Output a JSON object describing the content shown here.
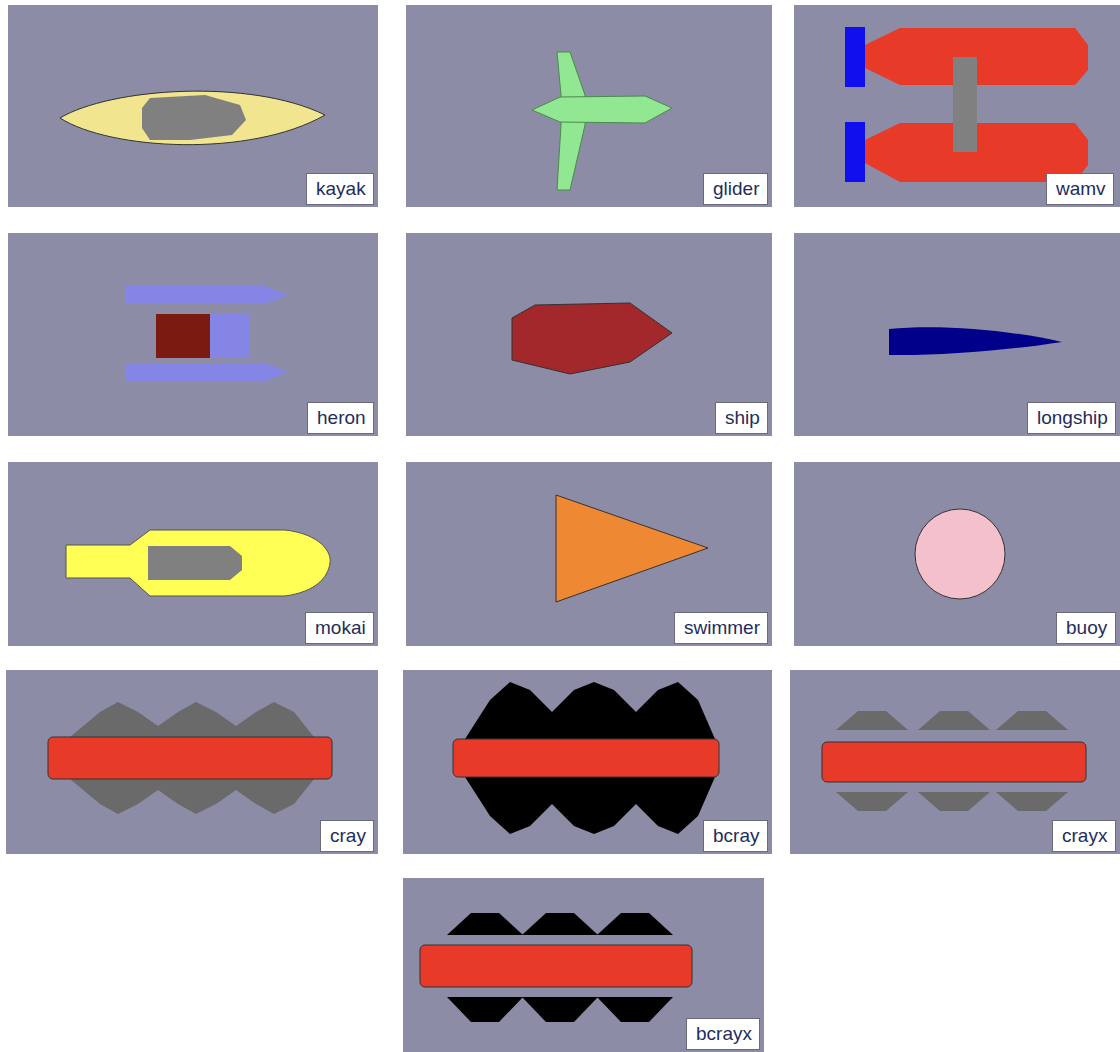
{
  "diagram": {
    "nodes": [
      {
        "text": [
          "kayak"
        ]
      },
      {
        "text": [
          "glider"
        ]
      },
      {
        "text": [
          "wamv"
        ]
      },
      {
        "text": [
          "heron"
        ]
      },
      {
        "text": [
          "ship"
        ]
      },
      {
        "text": [
          "longship"
        ]
      },
      {
        "text": [
          "mokai"
        ]
      },
      {
        "text": [
          "swimmer"
        ]
      },
      {
        "text": [
          "buoy"
        ]
      },
      {
        "text": [
          "cray"
        ]
      },
      {
        "text": [
          "bcray"
        ]
      },
      {
        "text": [
          "crayx"
        ]
      },
      {
        "text": [
          "bcrayx"
        ]
      }
    ]
  }
}
